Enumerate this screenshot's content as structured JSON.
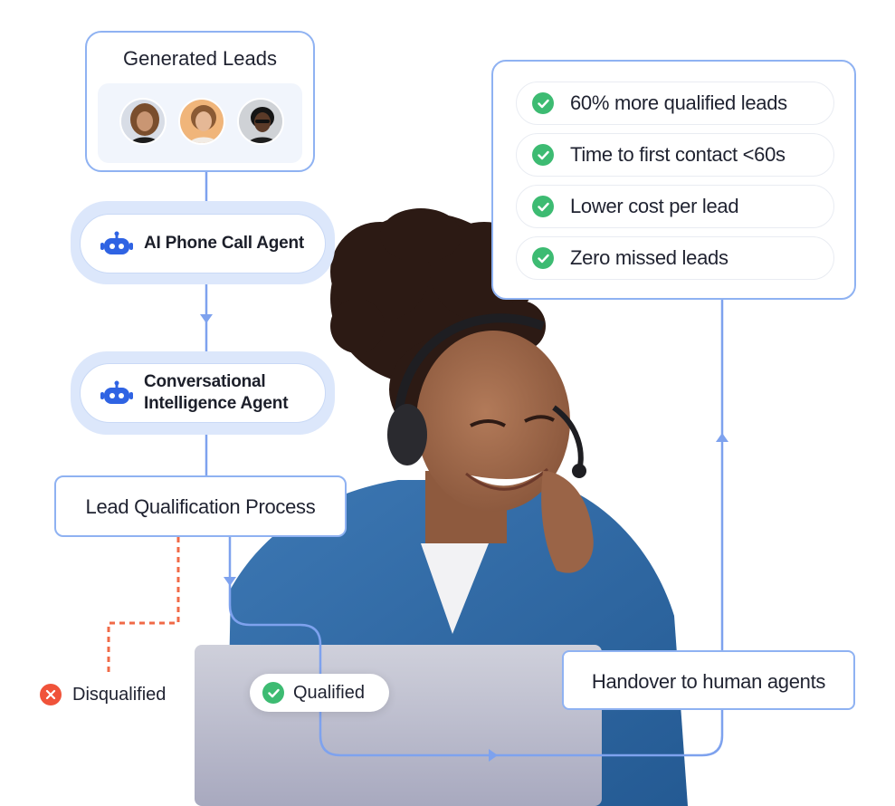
{
  "generated_leads": {
    "title": "Generated Leads"
  },
  "agents": [
    {
      "label_line1": "AI Phone Call Agent",
      "label_line2": "",
      "icon": "robot-icon"
    },
    {
      "label_line1": "Conversational",
      "label_line2": "Intelligence Agent",
      "icon": "robot-icon"
    }
  ],
  "lead_qualification": {
    "label": "Lead Qualification Process"
  },
  "outcomes": {
    "qualified": "Qualified",
    "disqualified": "Disqualified"
  },
  "handover": {
    "label": "Handover to human agents"
  },
  "results": [
    "60% more qualified leads",
    "Time to first contact <60s",
    "Lower cost per lead",
    "Zero missed leads"
  ],
  "colors": {
    "accent_blue": "#7ea2ee",
    "robot_blue": "#2f63e3",
    "check_green": "#3dbb72",
    "cross_red": "#f0533a",
    "dashed_red": "#f06a47"
  }
}
